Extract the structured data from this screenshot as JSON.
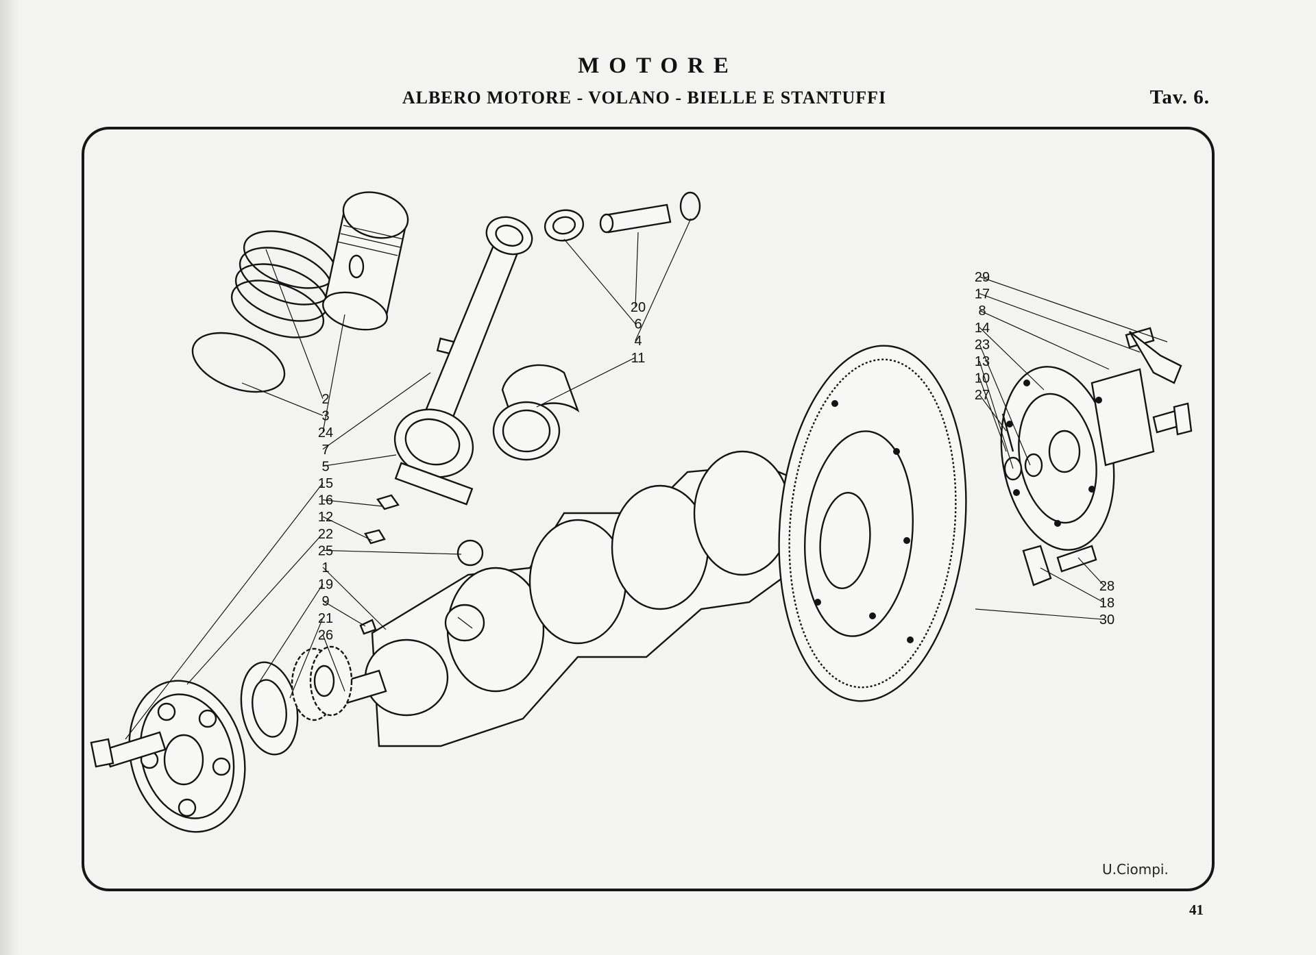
{
  "header": {
    "title": "MOTORE",
    "subtitle": "ALBERO MOTORE - VOLANO - BIELLE E STANTUFFI",
    "plate": "Tav. 6."
  },
  "footer": {
    "page_number": "41"
  },
  "drawing": {
    "signature": "U.Ciompi.",
    "callouts_left": [
      "2",
      "3",
      "24",
      "7",
      "5",
      "15",
      "16",
      "12",
      "22",
      "25",
      "1",
      "19",
      "9",
      "21",
      "26"
    ],
    "callouts_top": [
      "20",
      "6",
      "4",
      "11"
    ],
    "callouts_right_top": [
      "29",
      "17",
      "8",
      "14",
      "23",
      "13",
      "10",
      "27"
    ],
    "callouts_right_bottom": [
      "28",
      "18",
      "30"
    ]
  }
}
